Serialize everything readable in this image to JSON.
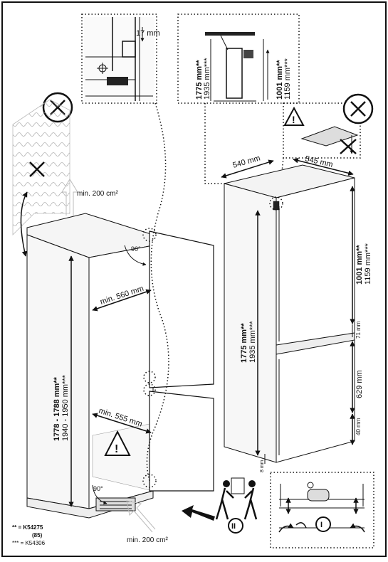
{
  "detail_top_left": {
    "gap": "17 mm"
  },
  "detail_top_center": {
    "height_a": "1775 mm**",
    "height_a_alt": "1935 mm***",
    "height_b": "1001 mm**",
    "height_b_alt": "1159 mm***"
  },
  "cabinet": {
    "ventilation_top": "min. 200 cm²",
    "ventilation_bottom": "min. 200 cm²",
    "angle_top": "90°",
    "angle_bottom": "90°",
    "depth_top": "min. 560 mm",
    "depth_bottom": "min. 555 mm",
    "niche_height": "1778 - 1788 mm**",
    "niche_height_alt": "1940 - 1950 mm***"
  },
  "appliance": {
    "depth": "540 mm",
    "width": "545 mm",
    "height": "1775 mm**",
    "height_alt": "1935 mm***",
    "upper_height": "1001 mm**",
    "upper_height_alt": "1159 mm***",
    "gap_mid": "71 mm",
    "lower_height": "629 mm",
    "bottom_gap": "40 mm",
    "foot_gap": "8 mm"
  },
  "steps": {
    "step_two": "II",
    "step_one": "I"
  },
  "footnotes": {
    "model_a": "** = K54275",
    "model_a_sub": "(85)",
    "model_b": "*** = K54306"
  },
  "icons": [
    "prohibited-icon",
    "warning-icon",
    "ventilation-arrow-icon",
    "two-people-lift-icon"
  ]
}
